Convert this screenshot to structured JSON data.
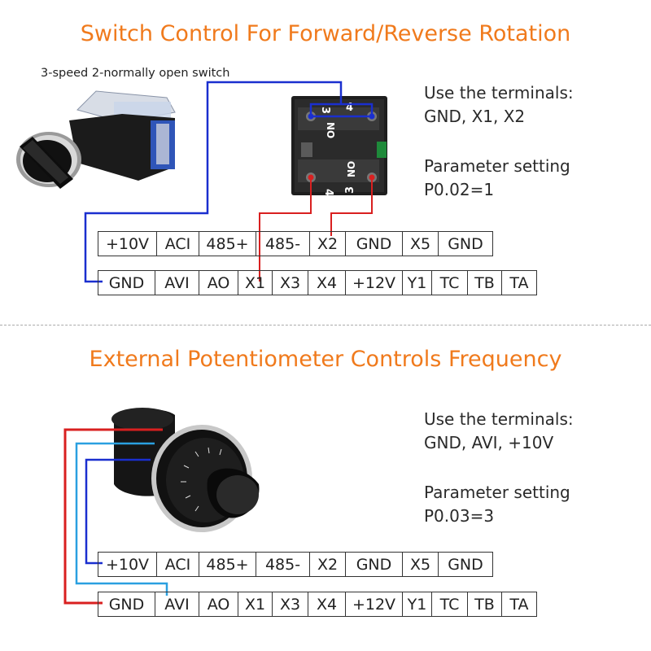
{
  "section1": {
    "title": "Switch Control For Forward/Reverse Rotation",
    "caption": "3-speed 2-normally open switch",
    "note_line1": "Use the terminals:",
    "note_line2": "GND, X1, X2",
    "param_line1": "Parameter setting",
    "param_line2": "P0.02=1",
    "block_labels": {
      "top_left": "3",
      "top_right": "4",
      "no_top": "NO",
      "no_bottom": "NO",
      "bot_left": "4",
      "bot_right": "3"
    },
    "top_row": [
      "+10V",
      "ACI",
      "485+",
      "485-",
      "X2",
      "GND",
      "X5",
      "GND"
    ],
    "bottom_row": [
      "GND",
      "AVI",
      "AO",
      "X1",
      "X3",
      "X4",
      "+12V",
      "Y1",
      "TC",
      "TB",
      "TA"
    ]
  },
  "section2": {
    "title": "External Potentiometer Controls Frequency",
    "note_line1": "Use the terminals:",
    "note_line2": "GND, AVI, +10V",
    "param_line1": "Parameter setting",
    "param_line2": "P0.03=3",
    "top_row": [
      "+10V",
      "ACI",
      "485+",
      "485-",
      "X2",
      "GND",
      "X5",
      "GND"
    ],
    "bottom_row": [
      "GND",
      "AVI",
      "AO",
      "X1",
      "X3",
      "X4",
      "+12V",
      "Y1",
      "TC",
      "TB",
      "TA"
    ]
  },
  "colors": {
    "title": "#f07a1c",
    "wire_blue": "#1a2fcf",
    "wire_red": "#d92020",
    "wire_cyan": "#2aa0e0"
  }
}
